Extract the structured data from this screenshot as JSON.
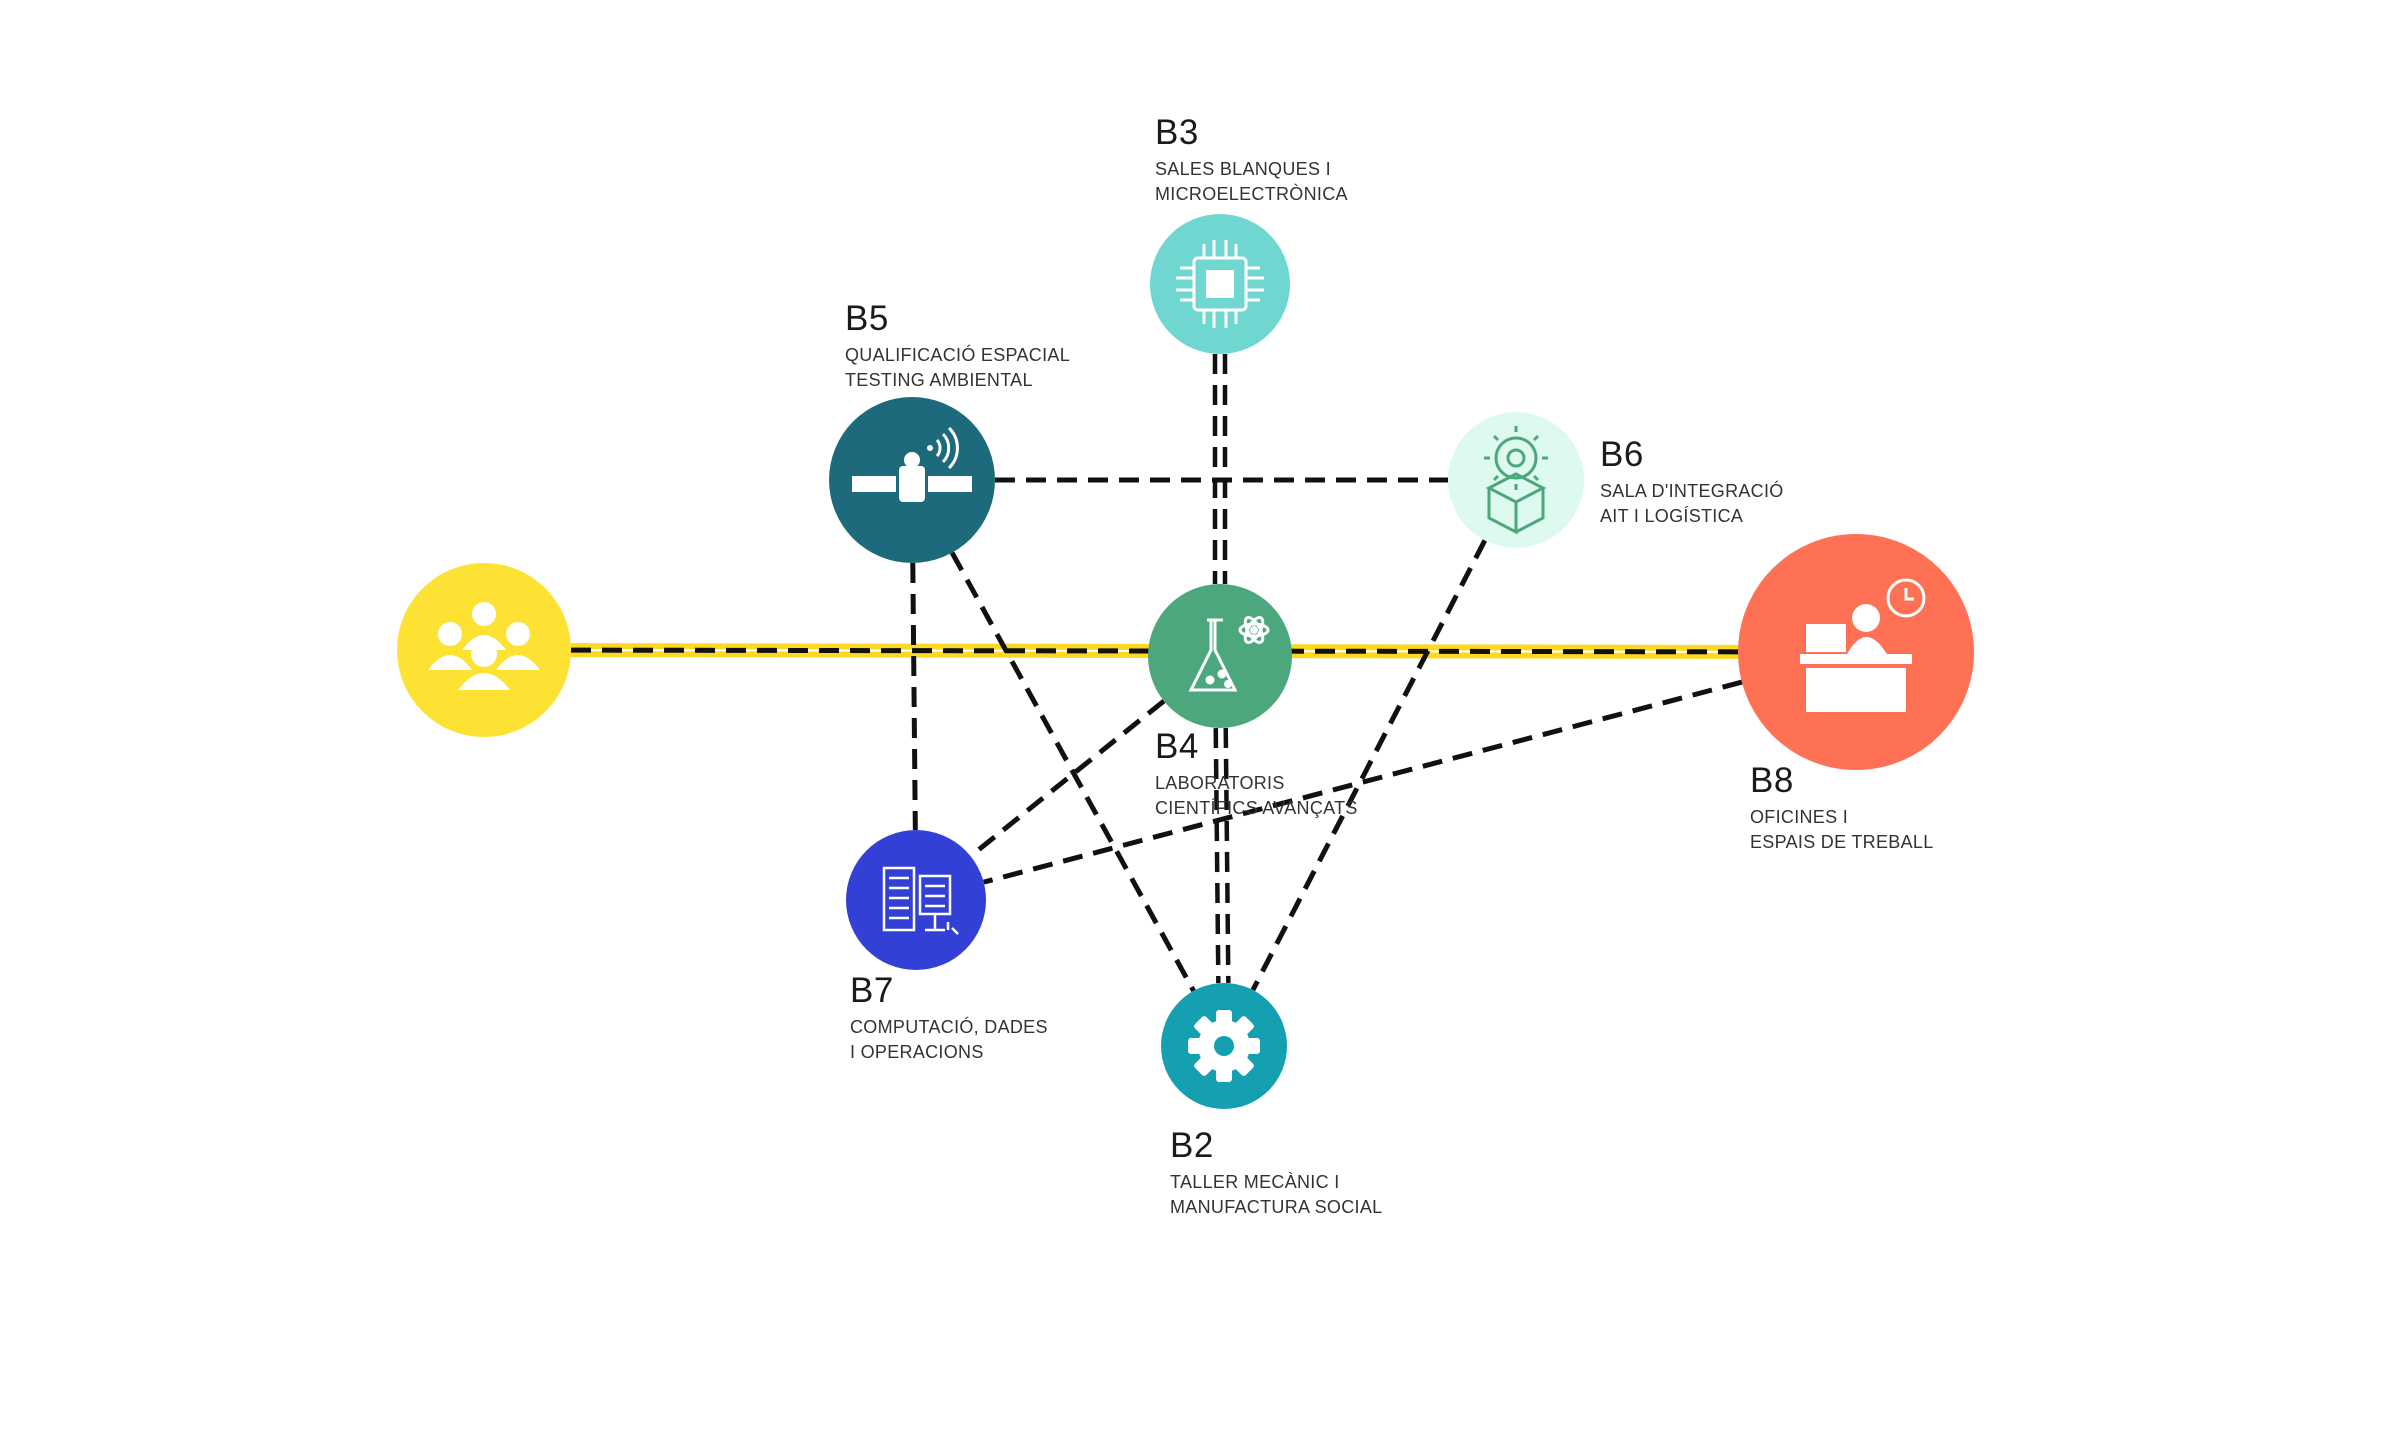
{
  "colors": {
    "background": "#ffffff",
    "dash": "#111111",
    "axis_yellow": "#fbd923",
    "users": "#fde233",
    "b3": "#6fd6d0",
    "b5": "#1e6a7d",
    "b6": "#defaf0",
    "b4": "#4ca87c",
    "b8": "#fe7154",
    "b7": "#3340d6",
    "b2": "#14a0b0"
  },
  "nodes": [
    {
      "id": "users",
      "icon": "people-group-icon"
    },
    {
      "id": "B3",
      "label": "B3",
      "desc": [
        "SALES BLANQUES I",
        "MICROELECTRÒNICA"
      ],
      "icon": "microchip-icon"
    },
    {
      "id": "B5",
      "label": "B5",
      "desc": [
        "QUALIFICACIÓ ESPACIAL",
        "TESTING AMBIENTAL"
      ],
      "icon": "satellite-icon"
    },
    {
      "id": "B6",
      "label": "B6",
      "desc": [
        "SALA D'INTEGRACIÓ",
        "AIT I LOGÍSTICA"
      ],
      "icon": "gear-box-icon"
    },
    {
      "id": "B4",
      "label": "B4",
      "desc": [
        "LABORATORIS",
        "CIENTÍFICS AVANÇATS"
      ],
      "icon": "flask-atom-icon"
    },
    {
      "id": "B8",
      "label": "B8",
      "desc": [
        "OFICINES I",
        "ESPAIS DE TREBALL"
      ],
      "icon": "desk-worker-icon"
    },
    {
      "id": "B7",
      "label": "B7",
      "desc": [
        "COMPUTACIÓ, DADES",
        "I OPERACIONS"
      ],
      "icon": "data-center-icon"
    },
    {
      "id": "B2",
      "label": "B2",
      "desc": [
        "TALLER MECÀNIC I",
        "MANUFACTURA SOCIAL"
      ],
      "icon": "cog-icon"
    }
  ],
  "edges": [
    {
      "from": "users",
      "to": "B8",
      "style": "axis"
    },
    {
      "from": "B5",
      "to": "B6",
      "style": "dashed"
    },
    {
      "from": "B5",
      "to": "B7",
      "style": "dashed"
    },
    {
      "from": "B5",
      "to": "B2",
      "style": "dashed"
    },
    {
      "from": "B3",
      "to": "B4",
      "style": "double-dashed"
    },
    {
      "from": "B4",
      "to": "B2",
      "style": "double-dashed"
    },
    {
      "from": "B4",
      "to": "B7",
      "style": "dashed"
    },
    {
      "from": "B6",
      "to": "B2",
      "style": "dashed"
    },
    {
      "from": "B8",
      "to": "B7",
      "style": "dashed"
    }
  ]
}
